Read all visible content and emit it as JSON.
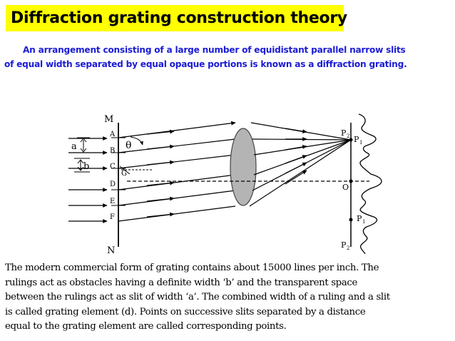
{
  "title": "Diffraction grating construction theory",
  "intro": {
    "line1": "An arrangement consisting of a large number of equidistant parallel narrow slits",
    "line2": "of equal width separated by equal opaque portions is known as a diffraction grating."
  },
  "diagram": {
    "labels": {
      "M": "M",
      "N": "N",
      "A": "A",
      "B": "B",
      "C": "C",
      "D": "D",
      "E": "E",
      "F": "F",
      "G": "G",
      "a": "a",
      "b": "b",
      "theta": "θ",
      "P2_top": "P",
      "P2_top_sub": "2",
      "P1_top": "P",
      "P1_top_sub": "1",
      "O": "O",
      "P1_bot": "P",
      "P1_bot_sub": "1",
      "P2_bot": "P",
      "P2_bot_sub": "2"
    }
  },
  "body": {
    "lines": [
      "The modern commercial form of grating contains about 15000 lines per inch. The",
      "rulings act as obstacles having a definite width ‘b’ and the transparent space",
      "between the rulings act as slit of width ‘a’. The combined width of a ruling and a slit",
      "is called grating element (d). Points on successive slits separated by a distance",
      "equal to the grating element are called corresponding points."
    ]
  },
  "colors": {
    "title_bg": "#ffff00",
    "intro_text": "#1c1cd6",
    "lens_fill": "#b4b4b4"
  }
}
